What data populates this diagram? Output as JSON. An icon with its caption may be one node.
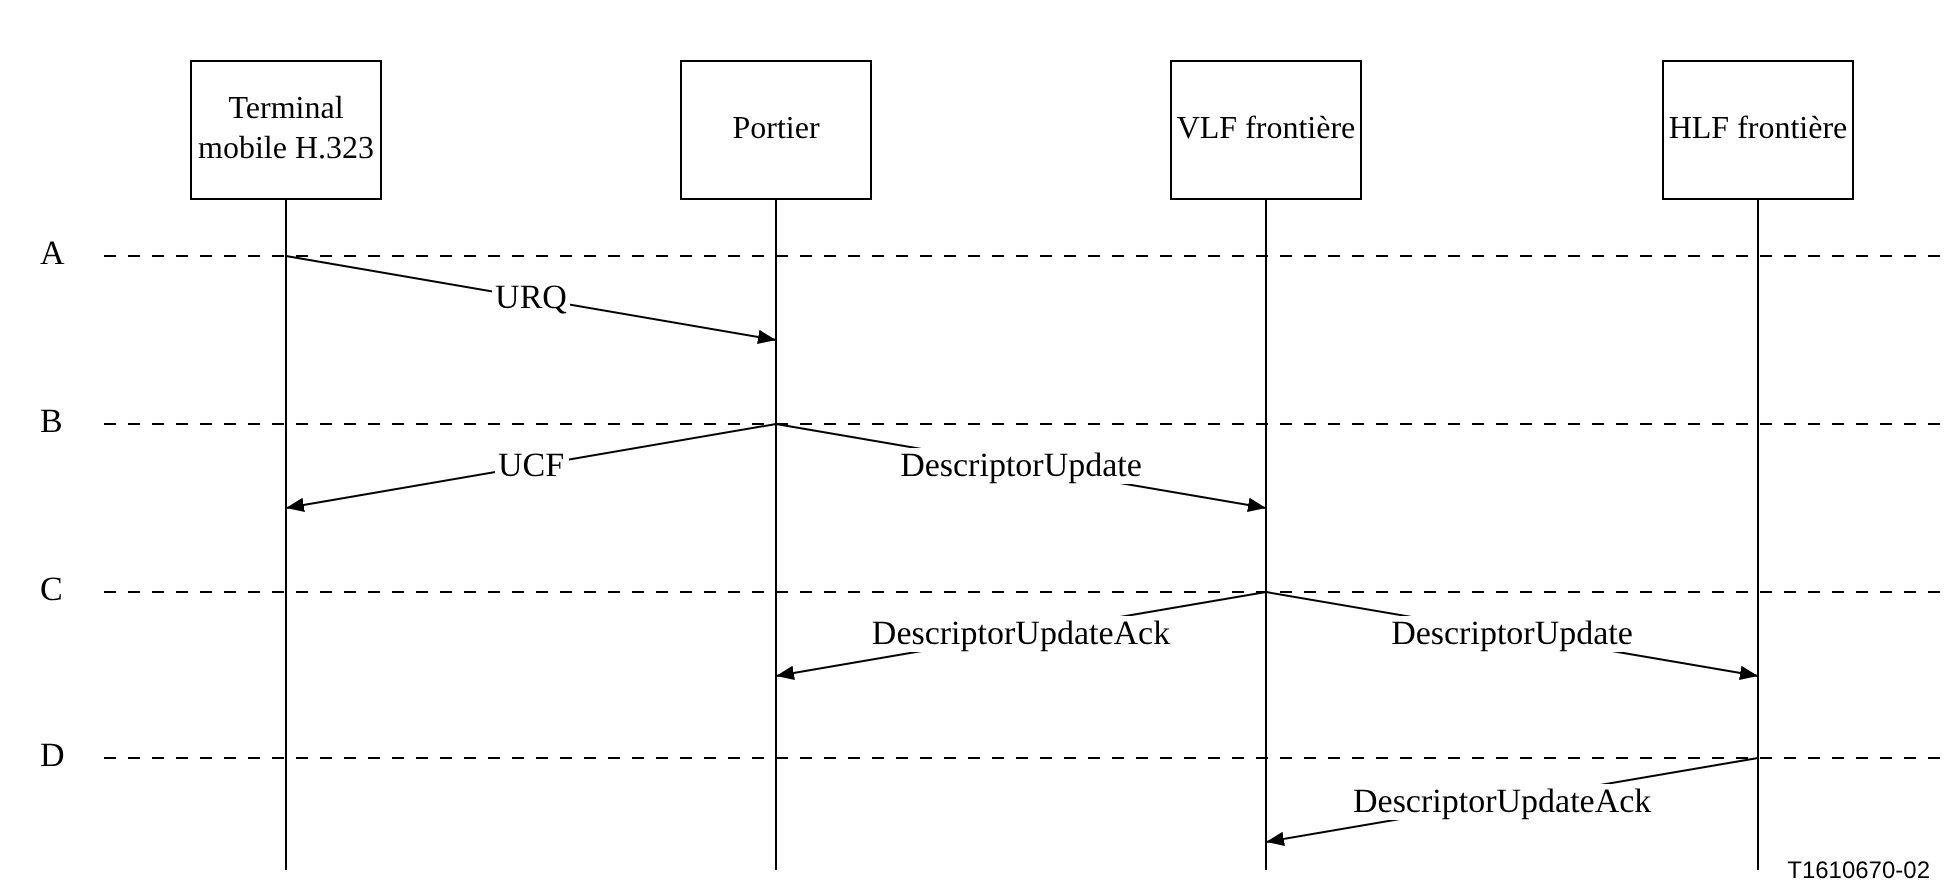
{
  "diagram": {
    "nodes": [
      {
        "text": [
          "Terminal mobile H.323"
        ]
      },
      {
        "text": [
          "Portier"
        ]
      },
      {
        "text": [
          "VLF frontière"
        ]
      },
      {
        "text": [
          "HLF frontière"
        ]
      }
    ],
    "edges": [
      {
        "from": 0,
        "to": 1,
        "arrow": "to",
        "label": "URQ"
      },
      {
        "from": 1,
        "to": 0,
        "arrow": "to",
        "label": "UCF"
      },
      {
        "from": 1,
        "to": 2,
        "arrow": "to",
        "label": "DescriptorUpdate"
      },
      {
        "from": 2,
        "to": 1,
        "arrow": "to",
        "label": "DescriptorUpdateAck"
      },
      {
        "from": 2,
        "to": 3,
        "arrow": "to",
        "label": "DescriptorUpdate"
      },
      {
        "from": 3,
        "to": 2,
        "arrow": "to",
        "label": "DescriptorUpdateAck"
      }
    ],
    "labels": [
      "A",
      "B",
      "C",
      "D",
      "T1610670-02"
    ]
  }
}
